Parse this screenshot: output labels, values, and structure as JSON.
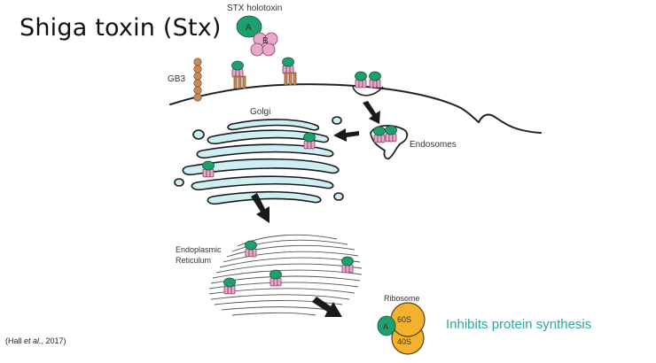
{
  "slide": {
    "title": "Shiga toxin (Stx)",
    "citation_prefix": "(Hall ",
    "citation_italic": "et al.",
    "citation_suffix": ", 2017)"
  },
  "diagram": {
    "labels": {
      "holotoxin": "STX holotoxin",
      "subunit_a": "A",
      "subunit_b": "B",
      "receptor": "GB3",
      "golgi": "Golgi",
      "endosomes": "Endosomes",
      "er_line1": "Endoplasmic",
      "er_line2": "Reticulum",
      "ribosome": "Ribosome",
      "ribosome_large": "60S",
      "ribosome_small": "40S",
      "ribosome_a": "A",
      "effect": "Inhibits protein synthesis"
    },
    "colors": {
      "subunit_a": "#1f9e6e",
      "subunit_b": "#e8a8c8",
      "receptor": "#c98b5a",
      "golgi_fill": "#cdeef2",
      "ribosome": "#f2b22e",
      "effect_text": "#27a7a0"
    }
  }
}
